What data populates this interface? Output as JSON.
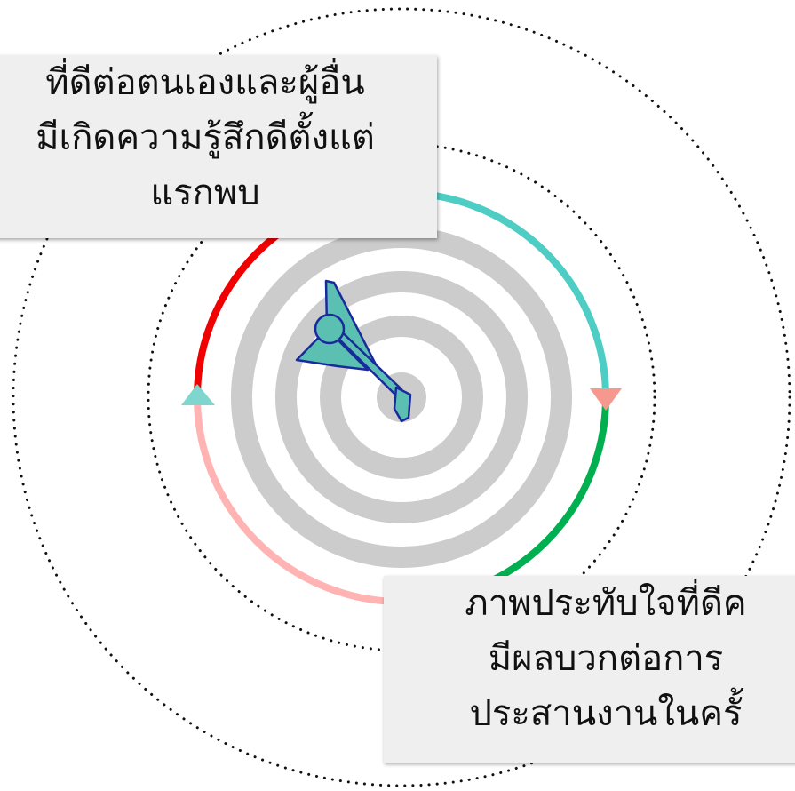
{
  "top_label": {
    "line1": "ที่ดีต่อตนเองและผู้อื่น",
    "line2": "มีเกิดความรู้สึกดีตั้งแต่",
    "line3": "แรกพบ"
  },
  "bottom_label": {
    "line1": "ภาพประทับใจที่ดีค",
    "line2": "มีผลบวกต่อการ",
    "line3": "ประสานงานในครั้"
  },
  "colors": {
    "arc_top_left": "#f00000",
    "arc_top_right": "#4ecdc4",
    "arc_bottom_right": "#00b050",
    "arc_bottom_left": "#ffb3b3",
    "target_rings": "#cccccc",
    "dart_fill": "#5bc0b2",
    "dart_stroke": "#1a2a9c",
    "arrow_teal": "#7ed6ce",
    "arrow_salmon": "#f7988f",
    "arrow_yellow": "#ffd98a"
  },
  "icons": [
    "dart-icon",
    "target-icon",
    "arrowhead-icon"
  ]
}
